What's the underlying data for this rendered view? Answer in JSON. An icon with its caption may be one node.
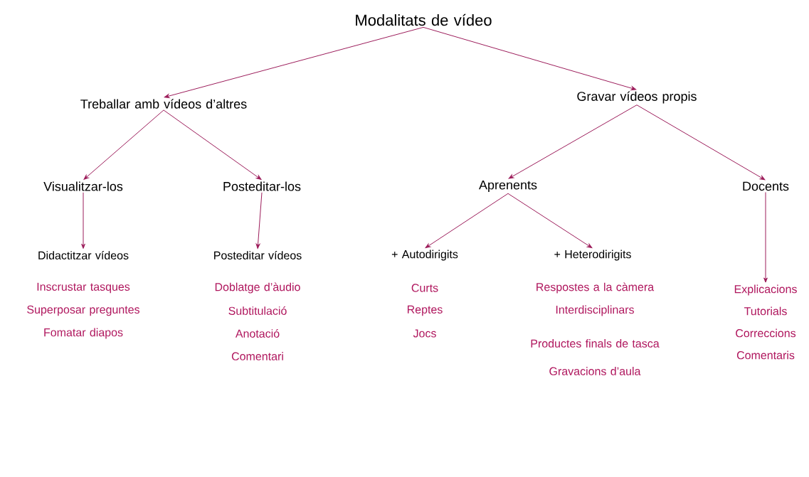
{
  "diagram": {
    "nodes": [
      {
        "text": [
          "Modalitats de vídeo"
        ]
      },
      {
        "text": [
          "Treballar amb vídeos d’altres"
        ]
      },
      {
        "text": [
          "Gravar vídeos propis"
        ]
      },
      {
        "text": [
          "Visualitzar-los"
        ]
      },
      {
        "text": [
          "Posteditar-los"
        ]
      },
      {
        "text": [
          "Aprenents"
        ]
      },
      {
        "text": [
          "Docents"
        ]
      },
      {
        "text": [
          "Didactitzar vídeos"
        ]
      },
      {
        "text": [
          "Posteditar vídeos"
        ]
      },
      {
        "text": [
          "+ Autodirigits"
        ]
      },
      {
        "text": [
          "+ Heterodirigits"
        ]
      },
      {
        "text": [
          "Explicacions",
          "Tutorials",
          "Correccions",
          "Comentaris"
        ]
      }
    ],
    "edges": [
      {
        "from": 0,
        "to": 1,
        "arrow": "to"
      },
      {
        "from": 0,
        "to": 2,
        "arrow": "to"
      },
      {
        "from": 1,
        "to": 3,
        "arrow": "to"
      },
      {
        "from": 1,
        "to": 4,
        "arrow": "to"
      },
      {
        "from": 2,
        "to": 5,
        "arrow": "to"
      },
      {
        "from": 2,
        "to": 6,
        "arrow": "to"
      },
      {
        "from": 3,
        "to": 7,
        "arrow": "to"
      },
      {
        "from": 4,
        "to": 8,
        "arrow": "to"
      },
      {
        "from": 5,
        "to": 9,
        "arrow": "to"
      },
      {
        "from": 5,
        "to": 10,
        "arrow": "to"
      },
      {
        "from": 6,
        "to": 11,
        "arrow": "to"
      }
    ],
    "labels": [
      "Inscrustar tasques",
      "Superposar preguntes",
      "Fomatar diapos",
      "Doblatge d’àudio",
      "Subtitulació",
      "Anotació",
      "Comentari",
      "Curts",
      "Reptes",
      "Jocs",
      "Respostes a la càmera",
      "Interdisciplinars",
      "Productes finals de tasca",
      "Gravacions d’aula"
    ]
  }
}
